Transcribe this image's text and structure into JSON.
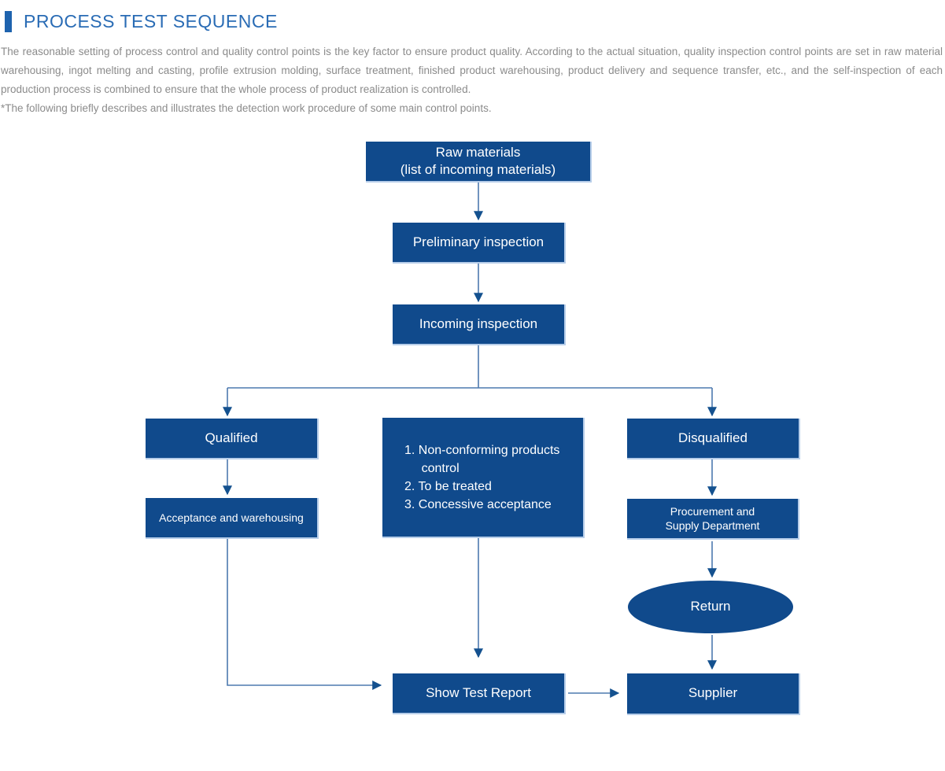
{
  "header": {
    "title": "PROCESS TEST SEQUENCE"
  },
  "intro": {
    "paragraph": "The reasonable setting of process control and quality control points is the key factor to ensure product quality. According to the actual situation, quality inspection control points are set in raw material warehousing, ingot melting and casting, profile extrusion molding, surface treatment, finished product warehousing, product delivery and sequence transfer, etc., and the self-inspection of each production process is combined to ensure that the whole process of product realization is controlled.",
    "note": "*The following briefly describes and illustrates the detection work procedure of some main control points."
  },
  "flowchart": {
    "nodes": {
      "raw_materials": {
        "label": "Raw materials\n(list of incoming materials)"
      },
      "preliminary_inspection": {
        "label": "Preliminary inspection"
      },
      "incoming_inspection": {
        "label": "Incoming inspection"
      },
      "qualified": {
        "label": "Qualified"
      },
      "nonconforming_control": {
        "items": [
          "1. Non-conforming products control",
          "2. To be treated",
          "3. Concessive acceptance"
        ]
      },
      "disqualified": {
        "label": "Disqualified"
      },
      "acceptance_warehousing": {
        "label": "Acceptance and warehousing"
      },
      "procurement_supply": {
        "label": "Procurement and\nSupply Department"
      },
      "return": {
        "label": "Return"
      },
      "show_test_report": {
        "label": "Show Test Report"
      },
      "supplier": {
        "label": "Supplier"
      }
    }
  },
  "colors": {
    "node_fill": "#104a8c",
    "node_edge": "#b6cde9",
    "arrow_line": "#4d7aaf",
    "arrow_head": "#14518f",
    "title_color": "#2a6cb5",
    "accent_bar": "#1e63ae",
    "intro_text": "#8b8b8b"
  }
}
